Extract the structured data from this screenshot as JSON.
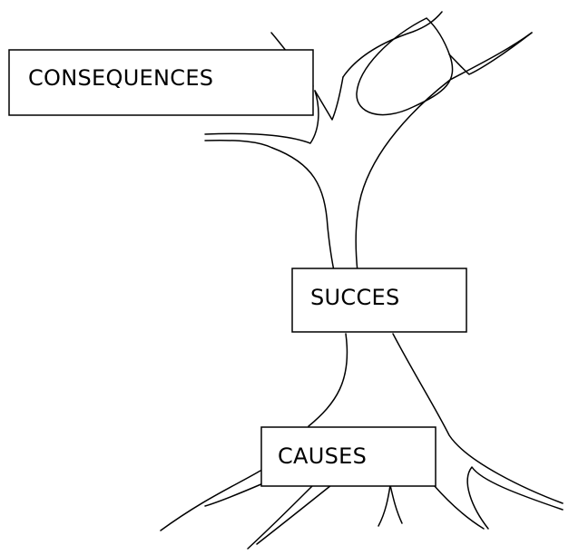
{
  "diagram": {
    "labels": {
      "consequences": "CONSEQUENCES",
      "success": "SUCCES",
      "causes": "CAUSES"
    },
    "colors": {
      "stroke": "#000000",
      "box_fill": "#ffffff",
      "background": "#ffffff"
    }
  }
}
